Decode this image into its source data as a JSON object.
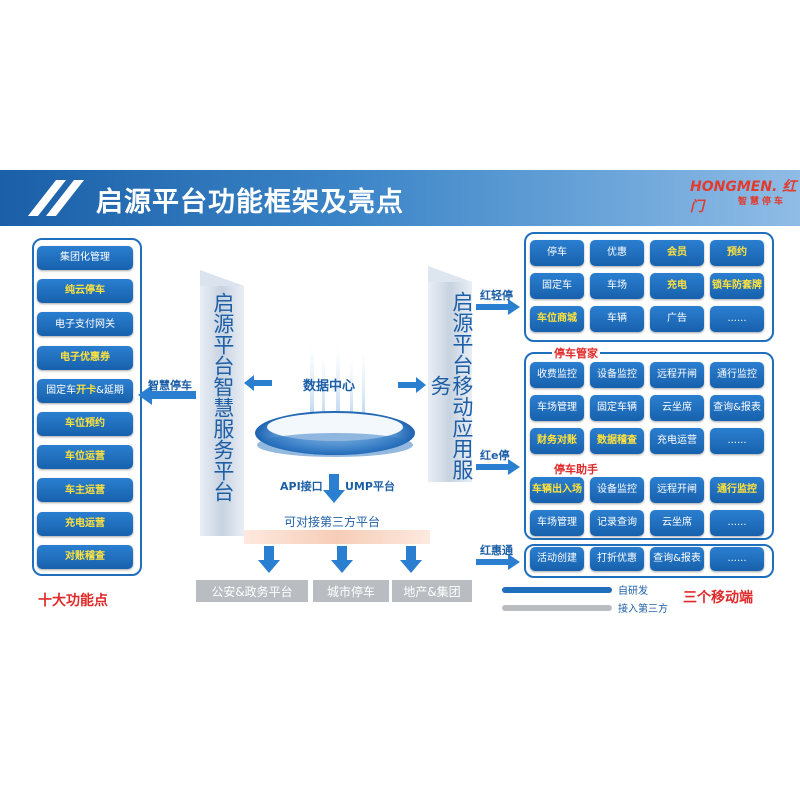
{
  "title": "启源平台功能框架及亮点",
  "logo": {
    "text": "HONGMEN. 红门",
    "sub": "智慧停车"
  },
  "left_panel": {
    "items": [
      {
        "label": "集团化管理",
        "hl": false
      },
      {
        "label": "纯云停车",
        "hl": true
      },
      {
        "label": "电子支付网关",
        "hl": false
      },
      {
        "label": "电子优惠券",
        "hl": true
      },
      {
        "label_a": "固定车",
        "label_b": "开卡",
        "label_c": "&延期",
        "hl": false,
        "mixed": true
      },
      {
        "label": "车位预约",
        "hl": true
      },
      {
        "label": "车位运营",
        "hl": true
      },
      {
        "label": "车主运营",
        "hl": true
      },
      {
        "label": "充电运营",
        "hl": true
      },
      {
        "label": "对账稽查",
        "hl": true
      }
    ],
    "caption": "十大功能点"
  },
  "labels": {
    "smart_parking": "智慧停车",
    "pillar_left": "启源平台智慧服务平台",
    "pillar_right": "启源平台移动应用服务",
    "data_center": "数据中心",
    "api": "API接口",
    "ump": "UMP平台",
    "third_party": "可对接第三方平台"
  },
  "bottom_boxes": [
    "公安&政务平台",
    "城市停车",
    "地产&集团"
  ],
  "right": {
    "hongqingting": {
      "label": "红轻停",
      "items": [
        {
          "label": "停车",
          "hl": false
        },
        {
          "label": "优惠",
          "hl": false
        },
        {
          "label": "会员",
          "hl": true
        },
        {
          "label": "预约",
          "hl": true
        },
        {
          "label": "固定车",
          "hl": false
        },
        {
          "label": "车场",
          "hl": false
        },
        {
          "label": "充电",
          "hl": true
        },
        {
          "label": "锁车防套牌",
          "hl": true
        },
        {
          "label": "车位商城",
          "hl": true
        },
        {
          "label": "车辆",
          "hl": false
        },
        {
          "label": "广告",
          "hl": false
        },
        {
          "label": "......",
          "hl": false
        }
      ]
    },
    "hongeting": {
      "label": "红e停",
      "guanjia": "停车管家",
      "guanjia_items": [
        {
          "label": "收费监控",
          "hl": false
        },
        {
          "label": "设备监控",
          "hl": false
        },
        {
          "label": "远程开闸",
          "hl": false
        },
        {
          "label": "通行监控",
          "hl": false
        },
        {
          "label": "车场管理",
          "hl": false
        },
        {
          "label": "固定车辆",
          "hl": false
        },
        {
          "label": "云坐席",
          "hl": false
        },
        {
          "label": "查询&报表",
          "hl": false
        },
        {
          "label": "财务对账",
          "hl": true
        },
        {
          "label": "数据稽查",
          "hl": true
        },
        {
          "label": "充电运营",
          "hl": false
        },
        {
          "label": "......",
          "hl": false
        }
      ],
      "zhushou": "停车助手",
      "zhushou_items": [
        {
          "label": "车辆出入场",
          "hl": true
        },
        {
          "label": "设备监控",
          "hl": false
        },
        {
          "label": "远程开闸",
          "hl": false
        },
        {
          "label": "通行监控",
          "hl": true
        },
        {
          "label": "车场管理",
          "hl": false
        },
        {
          "label": "记录查询",
          "hl": false
        },
        {
          "label": "云坐席",
          "hl": false
        },
        {
          "label": "......",
          "hl": false
        }
      ]
    },
    "honghuitong": {
      "label": "红惠通",
      "items": [
        {
          "label": "活动创建",
          "hl": false
        },
        {
          "label": "打折优惠",
          "hl": false
        },
        {
          "label": "查询&报表",
          "hl": false
        },
        {
          "label": "......",
          "hl": false
        }
      ]
    },
    "legend": [
      {
        "label": "自研发",
        "color": "#1f6fbe"
      },
      {
        "label": "接入第三方",
        "color": "#b9bdc2"
      }
    ],
    "caption": "三个移动端"
  }
}
